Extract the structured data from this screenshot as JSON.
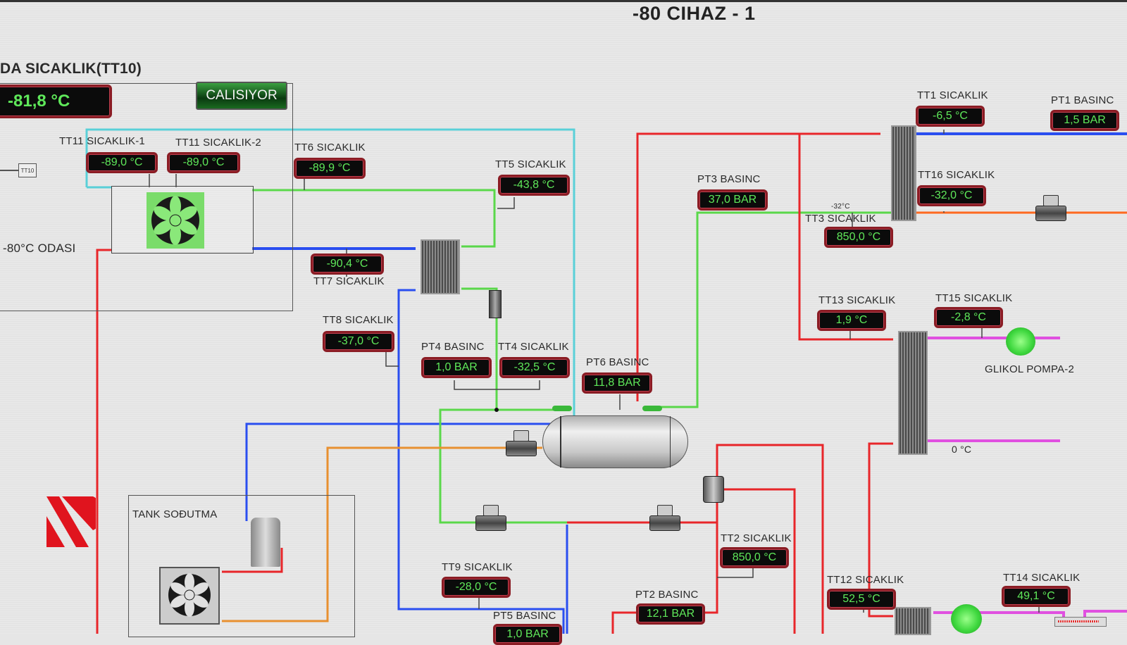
{
  "header": {
    "title": "-80 CIHAZ - 1"
  },
  "room": {
    "label": "DA SICAKLIK(TT10)",
    "value": "-81,8 °C",
    "status_button": "CALISIYOR",
    "room_name": "-80°C ODASI",
    "sensor_tag": "TT10"
  },
  "sensors": [
    {
      "id": "tt11-1",
      "label": "TT11 SICAKLIK-1",
      "value": "-89,0 °C"
    },
    {
      "id": "tt11-2",
      "label": "TT11 SICAKLIK-2",
      "value": "-89,0 °C"
    },
    {
      "id": "tt6",
      "label": "TT6 SICAKLIK",
      "value": "-89,9 °C"
    },
    {
      "id": "tt5",
      "label": "TT5 SICAKLIK",
      "value": "-43,8 °C"
    },
    {
      "id": "tt7",
      "label": "TT7 SICAKLIK",
      "value": "-90,4 °C"
    },
    {
      "id": "tt8",
      "label": "TT8 SICAKLIK",
      "value": "-37,0 °C"
    },
    {
      "id": "pt4",
      "label": "PT4 BASINC",
      "value": "1,0 BAR"
    },
    {
      "id": "tt4",
      "label": "TT4 SICAKLIK",
      "value": "-32,5 °C"
    },
    {
      "id": "pt6",
      "label": "PT6 BASINC",
      "value": "11,8 BAR"
    },
    {
      "id": "pt3",
      "label": "PT3 BASINC",
      "value": "37,0 BAR"
    },
    {
      "id": "tt1",
      "label": "TT1 SICAKLIK",
      "value": "-6,5 °C"
    },
    {
      "id": "pt1",
      "label": "PT1 BASINC",
      "value": "1,5 BAR"
    },
    {
      "id": "tt16",
      "label": "TT16 SICAKLIK",
      "value": "-32,0 °C"
    },
    {
      "id": "tt3",
      "label": "TT3 SICAKLIK",
      "value": "850,0 °C"
    },
    {
      "id": "tt13",
      "label": "TT13 SICAKLIK",
      "value": "1,9 °C"
    },
    {
      "id": "tt15",
      "label": "TT15 SICAKLIK",
      "value": "-2,8 °C"
    },
    {
      "id": "tt9",
      "label": "TT9 SICAKLIK",
      "value": "-28,0 °C"
    },
    {
      "id": "pt5",
      "label": "PT5 BASINC",
      "value": "1,0 BAR"
    },
    {
      "id": "tt2",
      "label": "TT2 SICAKLIK",
      "value": "850,0 °C"
    },
    {
      "id": "pt2",
      "label": "PT2 BASINC",
      "value": "12,1 BAR"
    },
    {
      "id": "tt12",
      "label": "TT12 SICAKLIK",
      "value": "52,5 °C"
    },
    {
      "id": "tt14",
      "label": "TT14 SICAKLIK",
      "value": "49,1 °C"
    }
  ],
  "annotations": {
    "glycol_pump": "GLIKOL POMPA-2",
    "glycol_return_temp": "0 °C",
    "tt3_setpoint": "-32°C",
    "tank_cooling": "TANK SOĐUTMA"
  },
  "colors": {
    "hot_line": "#e8262a",
    "cold_line": "#2a4ef0",
    "suction_line": "#5ad84a",
    "cyan_line": "#5ad0d8",
    "orange_line": "#e89030",
    "glycol_line": "#e050e0",
    "display_text": "#5fe85a",
    "display_border": "#8a1c24",
    "logo": "#e0141e"
  }
}
